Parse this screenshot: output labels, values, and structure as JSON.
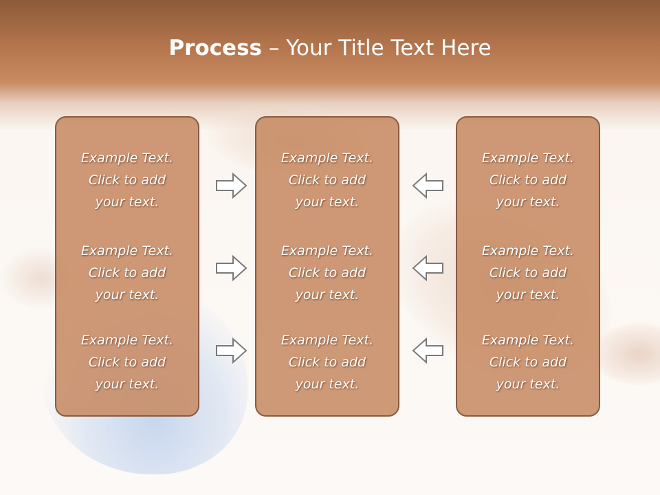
{
  "title": {
    "bold": "Process",
    "separator": " – ",
    "rest": "Your Title Text Here"
  },
  "columns": [
    {
      "items": [
        {
          "line1": "Example Text.",
          "line2": "Click  to add",
          "line3": "your text."
        },
        {
          "line1": "Example Text.",
          "line2": "Click  to add",
          "line3": "your text."
        },
        {
          "line1": "Example Text.",
          "line2": "Click  to add",
          "line3": "your text."
        }
      ]
    },
    {
      "items": [
        {
          "line1": "Example Text.",
          "line2": "Click  to add",
          "line3": "your text."
        },
        {
          "line1": "Example Text.",
          "line2": "Click  to add",
          "line3": "your text."
        },
        {
          "line1": "Example Text.",
          "line2": "Click  to add",
          "line3": "your text."
        }
      ]
    },
    {
      "items": [
        {
          "line1": "Example Text.",
          "line2": "Click  to add",
          "line3": "your text."
        },
        {
          "line1": "Example Text.",
          "line2": "Click  to add",
          "line3": "your text."
        },
        {
          "line1": "Example Text.",
          "line2": "Click  to add",
          "line3": "your text."
        }
      ]
    }
  ],
  "arrows": {
    "left_group_icon": "arrow-right-icon",
    "right_group_icon": "arrow-left-icon"
  },
  "colors": {
    "box_fill": "#c78b64",
    "box_border": "#8a5a40",
    "header_band": "#b5764e",
    "arrow_stroke": "#7a7a7a",
    "arrow_fill": "#ffffff"
  }
}
